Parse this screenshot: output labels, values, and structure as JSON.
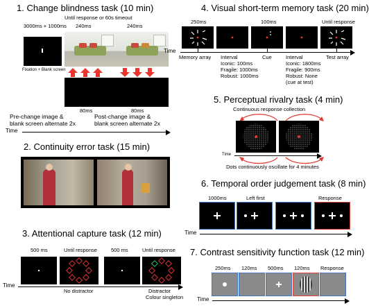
{
  "panel1": {
    "title": "1. Change blindness task (10 min)",
    "timing_left": "3000ms + 1000ms",
    "until": "Until response or 60s timeout",
    "img_a_time": "240ms",
    "img_b_time": "240ms",
    "fix_caption": "Fixation + Blank screen",
    "blank_a_time": "80ms",
    "blank_b_time": "80ms",
    "pre_caption_1": "Pre-change image &",
    "pre_caption_2": "blank screen alternate 2x",
    "post_caption_1": "Post-change image &",
    "post_caption_2": "blank screen alternate 2x",
    "time": "Time"
  },
  "panel2": {
    "title": "2. Continuity error task (15 min)"
  },
  "panel3": {
    "title": "3. Attentional capture task (12 min)",
    "t1": "500 ms",
    "t2": "Until response",
    "t3": "500 ms",
    "t4": "Until response",
    "cap_left": "No distractor",
    "cap_right_1": "Distractor",
    "cap_right_2": "Colour singleton",
    "time": "Time"
  },
  "panel4": {
    "title": "4. Visual short-term memory task (20 min)",
    "t1": "250ms",
    "t2": "100ms",
    "t3": "Until response",
    "memory_array": "Memory array",
    "cue": "Cue",
    "test_array": "Test array",
    "interval_left": [
      "Interval",
      "Iconic: 100ms",
      "Fragile: 1000ms",
      "Robust: 1000ms"
    ],
    "interval_right": [
      "Interval",
      "Iconic: 1800ms",
      "Fragile: 900ms",
      "Robust: None",
      "(cue at test)"
    ],
    "time": "Time"
  },
  "panel5": {
    "title": "5. Perceptual rivalry task (4 min)",
    "top_caption": "Continuous response collection",
    "bottom_caption": "Dots continuously oscillate for 4 minutes",
    "time": "Time"
  },
  "panel6": {
    "title": "6. Temporal order judgement task (8 min)",
    "t1": "1000ms",
    "t2": "Left first",
    "t3": "Response",
    "time": "Time"
  },
  "panel7": {
    "title": "7. Contrast sensitivity function task (12 min)",
    "t1": "250ms",
    "t2": "120ms",
    "t3": "500ms",
    "t4": "120ms",
    "t5": "Response",
    "time": "Time"
  },
  "colors": {
    "arrow_red": "#e8352e",
    "frame_blue": "#3d78c2",
    "frame_red": "#e0403a",
    "target_green": "#22c55e"
  }
}
